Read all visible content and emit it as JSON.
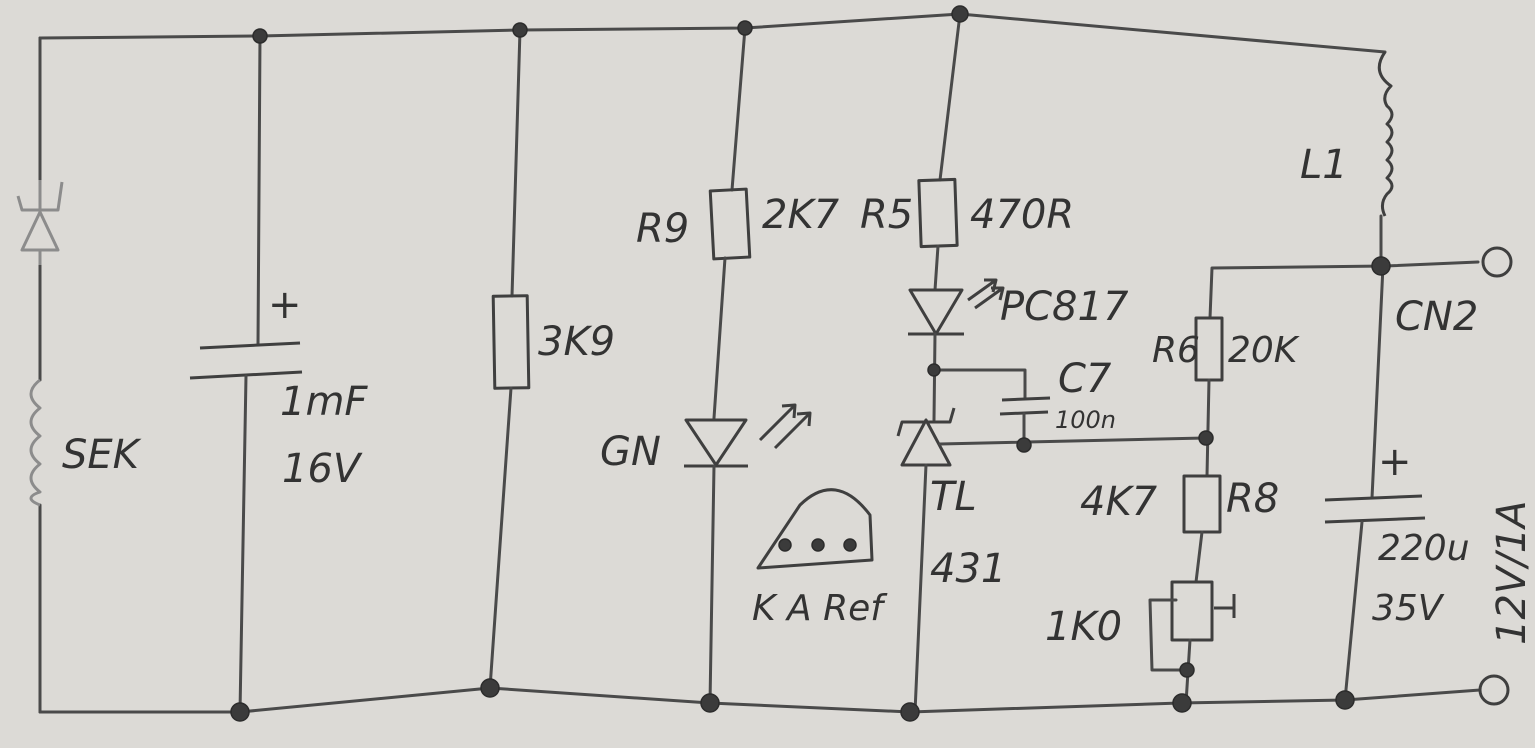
{
  "labels": {
    "r9": "R9",
    "r9_value": "2K7",
    "r5": "R5",
    "r5_value": "470R",
    "r_3k9": "3K9",
    "c_plus": "+",
    "c_1mf_value": "1mF",
    "c_1mf_voltage": "16V",
    "sek": "SEK",
    "led": "GN",
    "optocoupler": "PC817",
    "c7": "C7",
    "c7_value": "100n",
    "r6": "R6",
    "r6_value": "20K",
    "tl431_line1": "TL",
    "tl431_line2": "431",
    "pinout": "K A Ref",
    "r8": "R8",
    "r8_value": "4K7",
    "trimmer_value": "1K0",
    "l1": "L1",
    "cn2": "CN2",
    "c_out_plus": "+",
    "c_out_value": "220u",
    "c_out_voltage": "35V",
    "output": "12V/1A"
  },
  "colors": {
    "paper": "#dcdad6",
    "pencil": "#3f3f3f",
    "faint_pencil": "#8c8c8c"
  }
}
